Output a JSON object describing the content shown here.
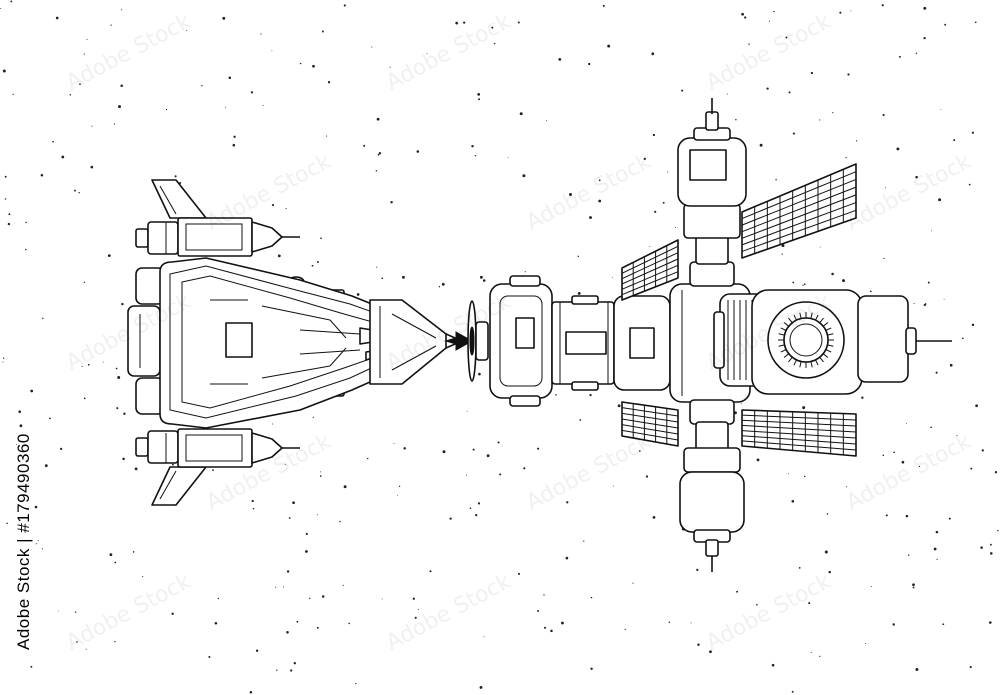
{
  "image": {
    "side_text": "Adobe Stock | #179490360",
    "watermark_text": "Adobe Stock",
    "style": "black line art on white",
    "subjects": [
      "spaceship",
      "space-station"
    ]
  }
}
